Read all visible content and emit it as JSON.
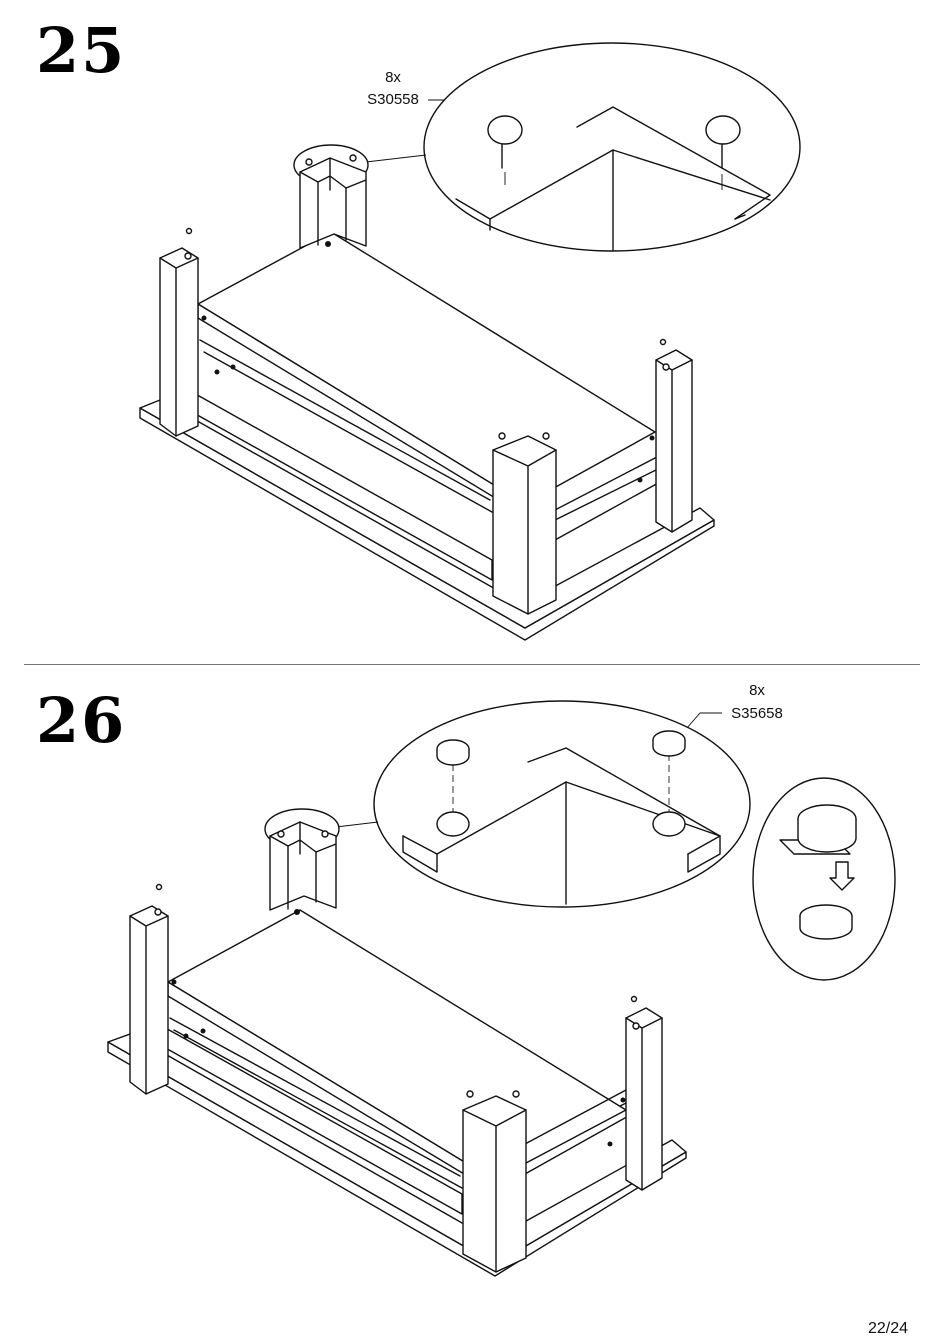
{
  "page": {
    "number": "22/24"
  },
  "steps": [
    {
      "number": "25",
      "quantity": "8x",
      "part_code": "S30558",
      "parts": "nails"
    },
    {
      "number": "26",
      "quantity": "8x",
      "part_code": "S35658",
      "parts": "adhesive-pads"
    }
  ]
}
